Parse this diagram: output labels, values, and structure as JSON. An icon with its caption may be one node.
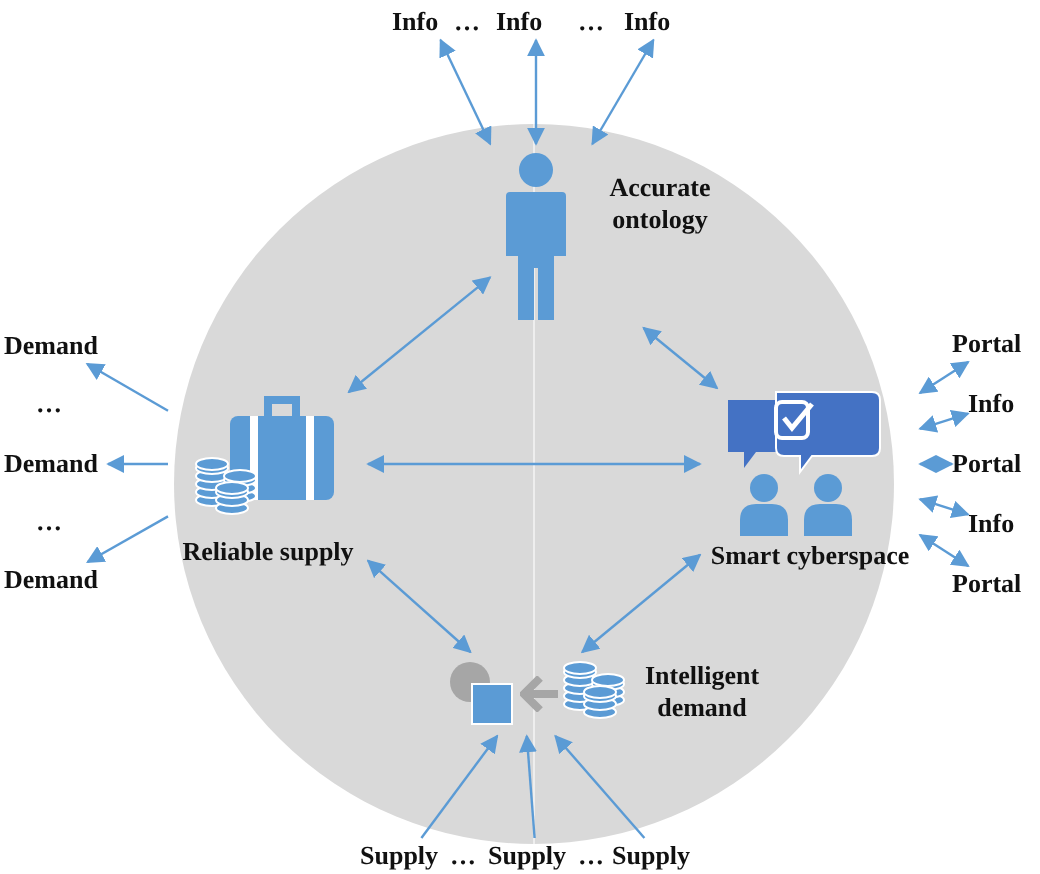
{
  "diagram": {
    "nodes": [
      {
        "text": [
          "Accurate ontology"
        ]
      },
      {
        "text": [
          "Reliable supply"
        ]
      },
      {
        "text": [
          "Smart cyberspace"
        ]
      },
      {
        "text": [
          "Intelligent demand"
        ]
      },
      {
        "text": [
          "Info"
        ]
      },
      {
        "text": [
          "Info"
        ]
      },
      {
        "text": [
          "Info"
        ]
      },
      {
        "text": [
          "Demand"
        ]
      },
      {
        "text": [
          "Demand"
        ]
      },
      {
        "text": [
          "Demand"
        ]
      },
      {
        "text": [
          "Portal"
        ]
      },
      {
        "text": [
          "Info"
        ]
      },
      {
        "text": [
          "Portal"
        ]
      },
      {
        "text": [
          "Info"
        ]
      },
      {
        "text": [
          "Portal"
        ]
      },
      {
        "text": [
          "Supply"
        ]
      },
      {
        "text": [
          "Supply"
        ]
      },
      {
        "text": [
          "Supply"
        ]
      }
    ],
    "edges": [
      {
        "from": 0,
        "to": 1,
        "arrow": "both"
      },
      {
        "from": 0,
        "to": 2,
        "arrow": "both"
      },
      {
        "from": 1,
        "to": 2,
        "arrow": "both"
      },
      {
        "from": 1,
        "to": 3,
        "arrow": "both"
      },
      {
        "from": 2,
        "to": 3,
        "arrow": "both"
      },
      {
        "from": 0,
        "to": 4,
        "arrow": "both"
      },
      {
        "from": 0,
        "to": 5,
        "arrow": "both"
      },
      {
        "from": 0,
        "to": 6,
        "arrow": "both"
      },
      {
        "from": 1,
        "to": 7,
        "arrow": "to"
      },
      {
        "from": 1,
        "to": 8,
        "arrow": "to"
      },
      {
        "from": 1,
        "to": 9,
        "arrow": "to"
      },
      {
        "from": 2,
        "to": 10,
        "arrow": "both"
      },
      {
        "from": 2,
        "to": 11,
        "arrow": "both"
      },
      {
        "from": 2,
        "to": 12,
        "arrow": "both"
      },
      {
        "from": 2,
        "to": 13,
        "arrow": "both"
      },
      {
        "from": 2,
        "to": 14,
        "arrow": "both"
      },
      {
        "from": 15,
        "to": 3,
        "arrow": "to"
      },
      {
        "from": 16,
        "to": 3,
        "arrow": "to"
      },
      {
        "from": 17,
        "to": 3,
        "arrow": "to"
      }
    ],
    "labels": [
      "…",
      "…",
      "…",
      "…",
      "…",
      "…"
    ]
  }
}
